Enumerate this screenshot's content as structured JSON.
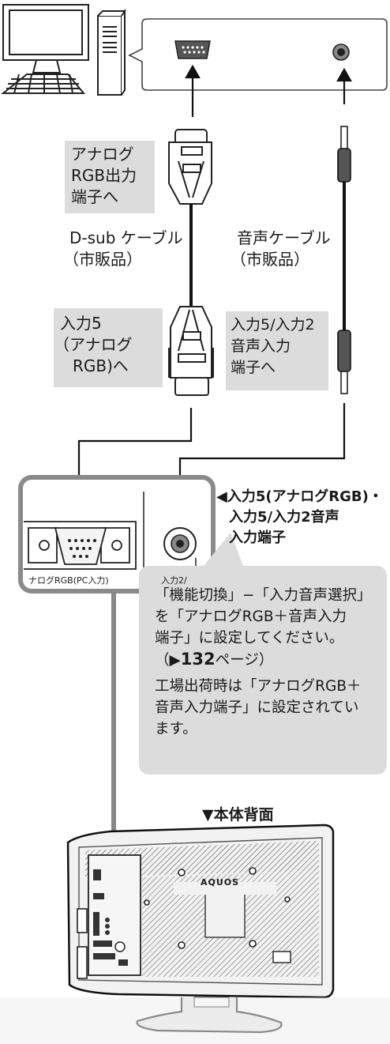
{
  "labels": {
    "analog_rgb_out": [
      "アナログ",
      "RGB出力",
      "端子へ"
    ],
    "dsub_cable": [
      "D-sub ケーブル",
      "（市販品）"
    ],
    "audio_cable": [
      "音声ケーブル",
      "（市販品）"
    ],
    "input5_analog": [
      "入力5",
      "（アナログ",
      "RGB)へ"
    ],
    "input5_input2_audio": [
      "入力5/入力2",
      "音声入力",
      "端子へ"
    ],
    "callout_title": [
      "◀入力5(アナログRGB)・",
      "入力5/入力2音声",
      "入力端子"
    ],
    "panel_label_left": "ナログRGB(PC入力)",
    "panel_label_right": "入力2/"
  },
  "note": {
    "para1": [
      "「機能切換」−「入力音声選択」",
      "を「アナログRGB＋音声入力",
      "端子」に設定してください。"
    ],
    "page_ref_prefix": "（▶",
    "page_ref_number": "132",
    "page_ref_suffix": "ページ）",
    "para2": [
      "工場出荷時は「アナログRGB＋",
      "音声入力端子」に設定されてい",
      "ます。"
    ]
  },
  "tv": {
    "rear_label": "▼本体背面",
    "brand": "AQUOS"
  }
}
